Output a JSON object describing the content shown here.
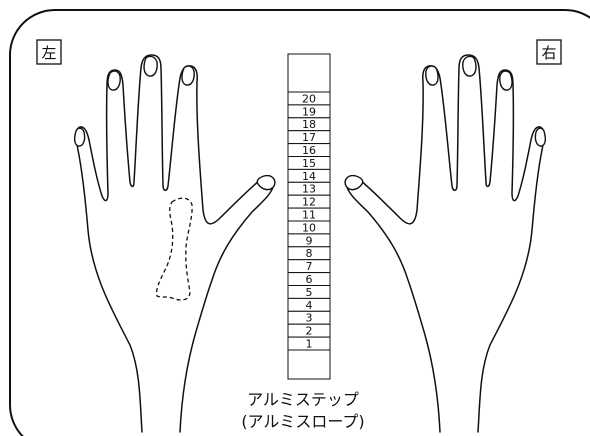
{
  "labels": {
    "left": "左",
    "right": "右"
  },
  "aluminum_step": {
    "steps": [
      "20",
      "19",
      "18",
      "17",
      "16",
      "15",
      "14",
      "13",
      "12",
      "11",
      "10",
      "9",
      "8",
      "7",
      "6",
      "5",
      "4",
      "3",
      "2",
      "1"
    ],
    "caption_line1": "アルミステップ",
    "caption_line2": "(アルミスロープ)"
  }
}
